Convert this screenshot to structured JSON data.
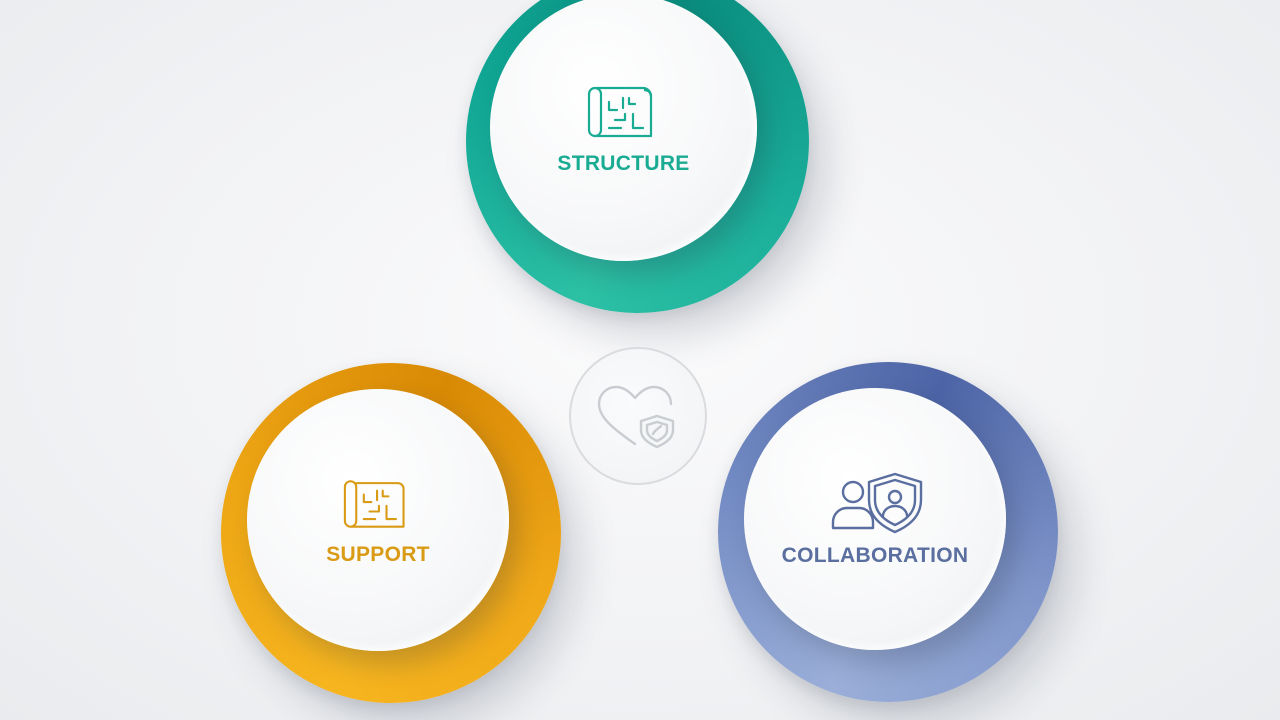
{
  "nodes": {
    "structure": {
      "label": "STRUCTURE",
      "icon": "blueprint-icon",
      "color": "#1aab93"
    },
    "support": {
      "label": "SUPPORT",
      "icon": "blueprint-icon",
      "color": "#d99a14"
    },
    "collaboration": {
      "label": "COLLABORATION",
      "icon": "user-shield-icon",
      "color": "#5a6f9f"
    }
  },
  "center": {
    "icon": "heart-shield-icon",
    "color": "#c9ccd1"
  }
}
